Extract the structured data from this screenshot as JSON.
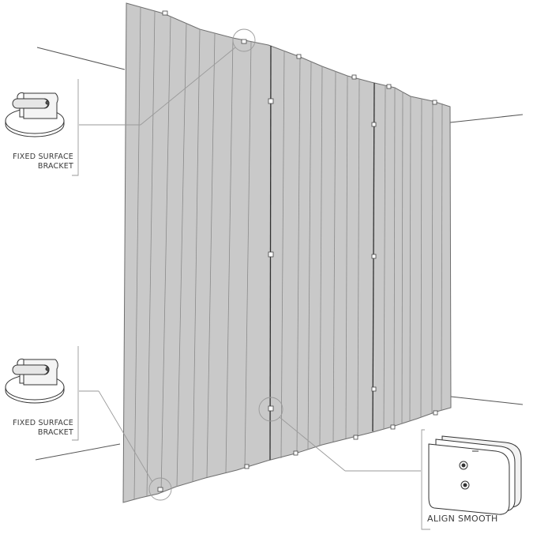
{
  "labels": {
    "bracket_top_line1": "FIXED SURFACE",
    "bracket_top_line2": "BRACKET",
    "bracket_bottom_line1": "FIXED SURFACE",
    "bracket_bottom_line2": "BRACKET",
    "align_smooth": "ALIGN SMOOTH"
  },
  "icons": {
    "bracket": "fixed-surface-bracket-icon",
    "connector": "align-smooth-connector-icon"
  },
  "colors": {
    "panel_fill": "#c9c9c9",
    "panel_stroke": "#6f6f6f",
    "line": "#555555",
    "callout": "#9a9a9a"
  }
}
